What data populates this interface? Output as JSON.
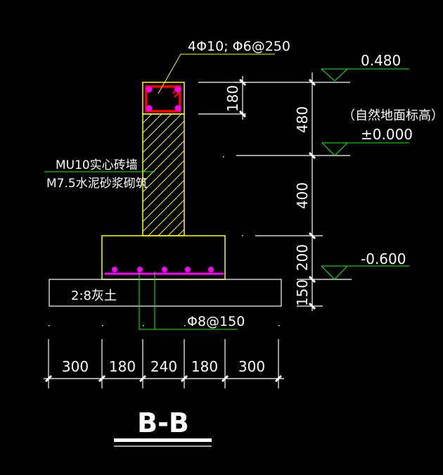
{
  "drawing": {
    "title": "B-B",
    "background": "#000000",
    "colors": {
      "outline": "#ffff00",
      "hatch": "#ffff00",
      "stirrup": "#ff0000",
      "rebar": "#ff00ff",
      "leader": "#00ff00",
      "elevation_symbol": "#00ff00",
      "dimension": "#ffffff",
      "text": "#ffffff"
    },
    "annotations": {
      "ring_beam_rebar": "4Φ10; Φ6@250",
      "wall_material_line1": "MU10实心砖墙",
      "wall_material_line2": "M7.5水泥砂浆砌筑",
      "cushion_layer": "2:8灰土",
      "footing_rebar": "Φ8@150",
      "natural_ground_note": "（自然地面标高）"
    },
    "elevations": [
      {
        "label": "0.480"
      },
      {
        "label": "±0.000"
      },
      {
        "label": "-0.600"
      }
    ],
    "vertical_dimensions": [
      {
        "label": "180",
        "part": "ring-beam-height"
      },
      {
        "label": "480",
        "part": "wall-above-ground"
      },
      {
        "label": "400",
        "part": "wall-below-ground"
      },
      {
        "label": "200",
        "part": "footing-height"
      },
      {
        "label": "150",
        "part": "cushion-height"
      }
    ],
    "horizontal_dimensions": [
      {
        "label": "300"
      },
      {
        "label": "180"
      },
      {
        "label": "240"
      },
      {
        "label": "180"
      },
      {
        "label": "300"
      }
    ]
  }
}
